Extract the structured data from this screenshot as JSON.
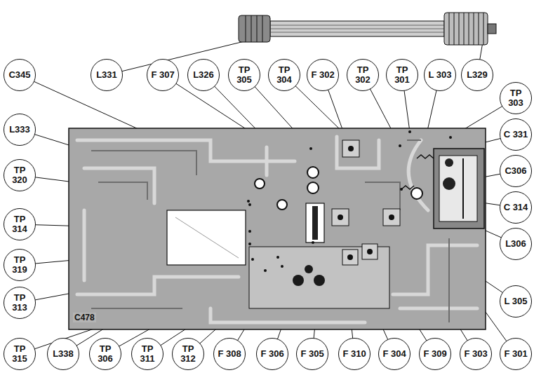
{
  "diagram": {
    "nodes": [
      {
        "text": [
          "C345"
        ]
      },
      {
        "text": [
          "L331"
        ]
      },
      {
        "text": [
          "F 307"
        ]
      },
      {
        "text": [
          "L326"
        ]
      },
      {
        "text": [
          "TP 305"
        ]
      },
      {
        "text": [
          "TP 304"
        ]
      },
      {
        "text": [
          "F 302"
        ]
      },
      {
        "text": [
          "TP 302"
        ]
      },
      {
        "text": [
          "TP 301"
        ]
      },
      {
        "text": [
          "L 303"
        ]
      },
      {
        "text": [
          "L329"
        ]
      },
      {
        "text": [
          "TP 303"
        ]
      },
      {
        "text": [
          "L333"
        ]
      },
      {
        "text": [
          "TP 320"
        ]
      },
      {
        "text": [
          "TP 314"
        ]
      },
      {
        "text": [
          "TP 319"
        ]
      },
      {
        "text": [
          "TP 313"
        ]
      },
      {
        "text": [
          "C 331"
        ]
      },
      {
        "text": [
          "C306"
        ]
      },
      {
        "text": [
          "C 314"
        ]
      },
      {
        "text": [
          "L306"
        ]
      },
      {
        "text": [
          "L 305"
        ]
      },
      {
        "text": [
          "TP 315"
        ]
      },
      {
        "text": [
          "L338"
        ]
      },
      {
        "text": [
          "TP 306"
        ]
      },
      {
        "text": [
          "TP 311"
        ]
      },
      {
        "text": [
          "TP 312"
        ]
      },
      {
        "text": [
          "F 308"
        ]
      },
      {
        "text": [
          "F 306"
        ]
      },
      {
        "text": [
          "F 305"
        ]
      },
      {
        "text": [
          "F 310"
        ]
      },
      {
        "text": [
          "F 304"
        ]
      },
      {
        "text": [
          "F 309"
        ]
      },
      {
        "text": [
          "F 303"
        ]
      },
      {
        "text": [
          "F 301"
        ]
      }
    ],
    "labels": [
      "C478"
    ]
  }
}
